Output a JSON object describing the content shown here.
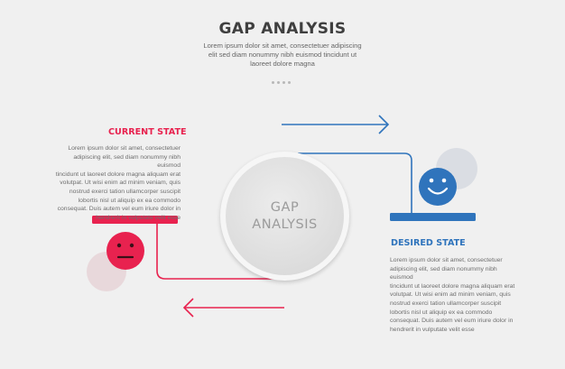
{
  "header": {
    "title": "GAP ANALYSIS",
    "subtitle_lines": [
      "Lorem ipsum dolor sit amet, consectetuer adipiscing",
      "elit sed diam nonummy nibh euismod tincidunt ut",
      "laoreet dolore magna"
    ]
  },
  "center": {
    "line1": "GAP",
    "line2": "ANALYSIS"
  },
  "current_state": {
    "heading": "CURRENT STATE",
    "body_lines": [
      "Lorem ipsum dolor sit amet, consectetuer",
      "adipiscing elit, sed diam nonummy nibh euismod",
      "tincidunt ut laoreet dolore magna aliquam erat",
      "volutpat. Ut wisi enim ad minim veniam, quis",
      "nostrud exerci tation ullamcorper suscipit",
      "lobortis nisl ut aliquip ex ea commodo",
      "consequat. Duis autem vel eum iriure dolor in",
      "hendrerit in vulputate velit esse"
    ],
    "color": "#e8224f",
    "icon": "neutral-face-icon"
  },
  "desired_state": {
    "heading": "DESIRED STATE",
    "body_lines": [
      "Lorem ipsum dolor sit amet, consectetuer",
      "adipiscing elit, sed diam nonummy nibh euismod",
      "tincidunt ut laoreet dolore magna aliquam erat",
      "volutpat. Ut wisi enim ad minim veniam, quis",
      "nostrud exerci tation ullamcorper suscipit",
      "lobortis nisl ut aliquip ex ea commodo",
      "consequat. Duis autem vel eum iriure dolor in",
      "hendrerit in vulputate velit esse"
    ],
    "color": "#2f74bc",
    "icon": "smiling-face-icon"
  }
}
